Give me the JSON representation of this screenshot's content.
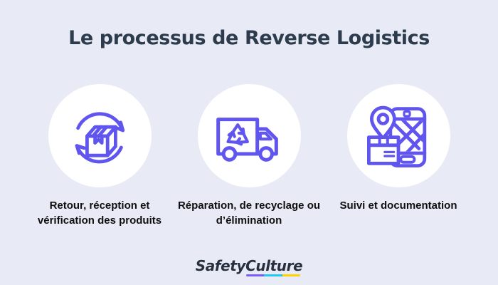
{
  "title": "Le processus de Reverse Logistics",
  "steps": [
    {
      "icon": "return-box-icon",
      "label_lines": [
        "Retour, réception et",
        "vérification des produits"
      ]
    },
    {
      "icon": "recycling-truck-icon",
      "label_lines": [
        "Réparation, de recyclage ou",
        "d’élimination"
      ]
    },
    {
      "icon": "tracking-phone-icon",
      "label_lines": [
        "Suivi et documentation"
      ]
    }
  ],
  "footer": {
    "logo_safety": "Safety",
    "logo_culture": "Culture"
  },
  "colors": {
    "background": "#e8ebf5",
    "circle": "#ffffff",
    "icon": "#6155ef",
    "title": "#2d3c4d",
    "label": "#0f0f0f",
    "logo_text": "#28303f",
    "underline": [
      "#7c5df7",
      "#22c7f4",
      "#ffd300"
    ]
  }
}
